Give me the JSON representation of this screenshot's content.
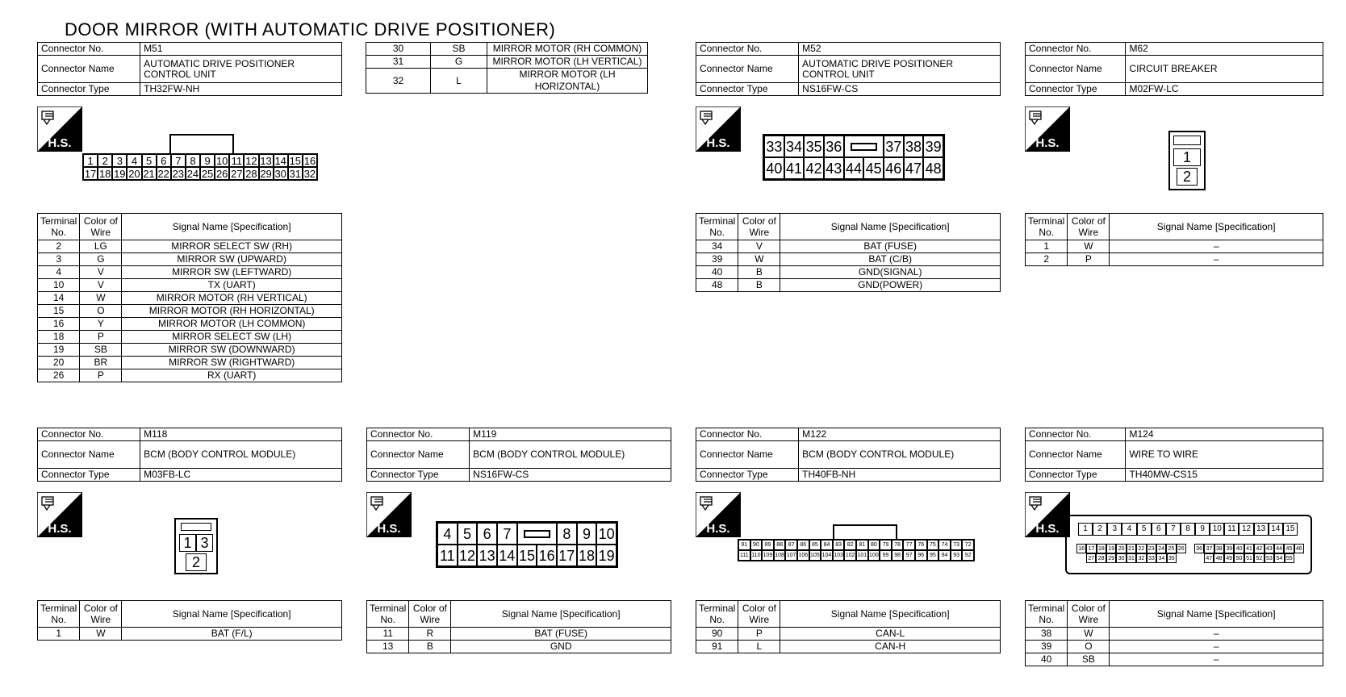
{
  "title": "DOOR MIRROR (WITH AUTOMATIC DRIVE POSITIONER)",
  "labels": {
    "conn_no": "Connector No.",
    "conn_name": "Connector Name",
    "conn_type": "Connector Type",
    "terminal": "Terminal No.",
    "color": "Color of Wire",
    "signal": "Signal Name [Specification]",
    "hs": "H.S."
  },
  "connectors": {
    "m51": {
      "no": "M51",
      "name": "AUTOMATIC DRIVE POSITIONER CONTROL UNIT",
      "type": "TH32FW-NH",
      "pins_top": [
        "1",
        "2",
        "3",
        "4",
        "5",
        "6",
        "7",
        "8",
        "9",
        "10",
        "11",
        "12",
        "13",
        "14",
        "15",
        "16"
      ],
      "pins_bottom": [
        "17",
        "18",
        "19",
        "20",
        "21",
        "22",
        "23",
        "24",
        "25",
        "26",
        "27",
        "28",
        "29",
        "30",
        "31",
        "32"
      ],
      "rows": [
        [
          "2",
          "LG",
          "MIRROR SELECT SW (RH)"
        ],
        [
          "3",
          "G",
          "MIRROR SW (UPWARD)"
        ],
        [
          "4",
          "V",
          "MIRROR SW (LEFTWARD)"
        ],
        [
          "10",
          "V",
          "TX (UART)"
        ],
        [
          "14",
          "W",
          "MIRROR MOTOR (RH VERTICAL)"
        ],
        [
          "15",
          "O",
          "MIRROR MOTOR (RH HORIZONTAL)"
        ],
        [
          "16",
          "Y",
          "MIRROR MOTOR (LH COMMON)"
        ],
        [
          "18",
          "P",
          "MIRROR SELECT SW (LH)"
        ],
        [
          "19",
          "SB",
          "MIRROR SW (DOWNWARD)"
        ],
        [
          "20",
          "BR",
          "MIRROR SW (RIGHTWARD)"
        ],
        [
          "26",
          "P",
          "RX (UART)"
        ]
      ],
      "cont_rows": [
        [
          "30",
          "SB",
          "MIRROR MOTOR (RH COMMON)"
        ],
        [
          "31",
          "G",
          "MIRROR MOTOR (LH VERTICAL)"
        ],
        [
          "32",
          "L",
          "MIRROR MOTOR (LH HORIZONTAL)"
        ]
      ]
    },
    "m52": {
      "no": "M52",
      "name": "AUTOMATIC DRIVE POSITIONER CONTROL UNIT",
      "type": "NS16FW-CS",
      "pins_top": [
        "33",
        "34",
        "35",
        "36",
        "",
        "37",
        "38",
        "39"
      ],
      "pins_bottom": [
        "40",
        "41",
        "42",
        "43",
        "44",
        "45",
        "46",
        "47",
        "48"
      ],
      "rows": [
        [
          "34",
          "V",
          "BAT (FUSE)"
        ],
        [
          "39",
          "W",
          "BAT (C/B)"
        ],
        [
          "40",
          "B",
          "GND(SIGNAL)"
        ],
        [
          "48",
          "B",
          "GND(POWER)"
        ]
      ]
    },
    "m62": {
      "no": "M62",
      "name": "CIRCUIT BREAKER",
      "type": "M02FW-LC",
      "pins": [
        "1",
        "2"
      ],
      "rows": [
        [
          "1",
          "W",
          "–"
        ],
        [
          "2",
          "P",
          "–"
        ]
      ]
    },
    "m118": {
      "no": "M118",
      "name": "BCM (BODY CONTROL MODULE)",
      "type": "M03FB-LC",
      "pins": [
        "1",
        "3",
        "2"
      ],
      "rows": [
        [
          "1",
          "W",
          "BAT (F/L)"
        ]
      ]
    },
    "m119": {
      "no": "M119",
      "name": "BCM (BODY CONTROL MODULE)",
      "type": "NS16FW-CS",
      "pins_top": [
        "4",
        "5",
        "6",
        "7",
        "",
        "8",
        "9",
        "10"
      ],
      "pins_bottom": [
        "11",
        "12",
        "13",
        "14",
        "15",
        "16",
        "17",
        "18",
        "19"
      ],
      "rows": [
        [
          "11",
          "R",
          "BAT (FUSE)"
        ],
        [
          "13",
          "B",
          "GND"
        ]
      ]
    },
    "m122": {
      "no": "M122",
      "name": "BCM (BODY CONTROL MODULE)",
      "type": "TH40FB-NH",
      "pins_top": [
        "91",
        "90",
        "89",
        "88",
        "87",
        "86",
        "85",
        "84",
        "83",
        "82",
        "81",
        "80",
        "79",
        "78",
        "77",
        "76",
        "75",
        "74",
        "73",
        "72"
      ],
      "pins_bottom": [
        "111",
        "110",
        "109",
        "108",
        "107",
        "106",
        "105",
        "104",
        "103",
        "102",
        "101",
        "100",
        "99",
        "98",
        "97",
        "96",
        "95",
        "94",
        "93",
        "92"
      ],
      "rows": [
        [
          "90",
          "P",
          "CAN-L"
        ],
        [
          "91",
          "L",
          "CAN-H"
        ]
      ]
    },
    "m124": {
      "no": "M124",
      "name": "WIRE TO WIRE",
      "type": "TH40MW-CS15",
      "pins_top": [
        "1",
        "2",
        "3",
        "4",
        "5",
        "6",
        "7",
        "8",
        "9",
        "10",
        "11",
        "12",
        "13",
        "14",
        "15"
      ],
      "pins_mid_left": [
        "16",
        "17",
        "18",
        "19",
        "20",
        "21",
        "22",
        "23",
        "24",
        "25",
        "26"
      ],
      "pins_mid_right": [
        "36",
        "37",
        "38",
        "39",
        "40",
        "41",
        "42",
        "43",
        "44",
        "45",
        "46"
      ],
      "pins_low_left": [
        "27",
        "28",
        "29",
        "30",
        "31",
        "32",
        "33",
        "34",
        "35"
      ],
      "pins_low_right": [
        "47",
        "48",
        "49",
        "50",
        "51",
        "52",
        "53",
        "54",
        "55"
      ],
      "rows": [
        [
          "38",
          "W",
          "–"
        ],
        [
          "39",
          "O",
          "–"
        ],
        [
          "40",
          "SB",
          "–"
        ]
      ]
    }
  }
}
